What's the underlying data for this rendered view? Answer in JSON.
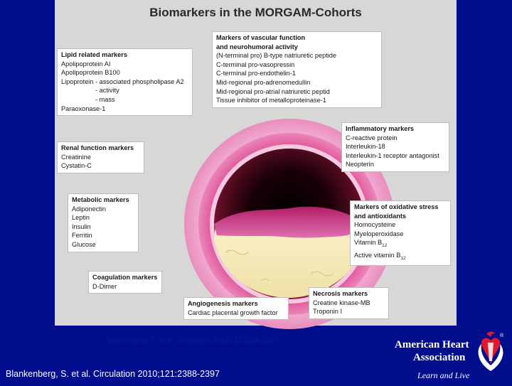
{
  "title": "Biomarkers in the MORGAM-Cohorts",
  "boxes": {
    "vascular": {
      "heading1": "Markers of vascular function",
      "heading2": "and neurohumoral activity",
      "items": [
        "(N-terminal pro) B-type natriuretic peptide",
        "C-terminal pro-vasopressin",
        "C-terminal pro-endothelin-1",
        "Mid-regional pro-adrenomedullin",
        "Mid-regional pro-atrial natriuretic peptid",
        "Tissue inhibitor of metalloproteinase-1"
      ]
    },
    "lipid": {
      "heading": "Lipid related markers",
      "items": [
        "Apolipoprotein AI",
        "Apolipoprotein B100",
        "Lipoprotein - associated phospholipase A2"
      ],
      "sub_items": [
        "- activity",
        "- mass"
      ],
      "last_item": "Paraoxonase-1"
    },
    "inflammatory": {
      "heading": "Inflammatory markers",
      "items": [
        "C-reactive protein",
        "Interleukin-18",
        "Interleukin-1 receptor antagonist",
        "Neopterin"
      ]
    },
    "renal": {
      "heading": "Renal function markers",
      "items": [
        "Creatinine",
        "Cystatin-C"
      ]
    },
    "metabolic": {
      "heading": "Metabolic markers",
      "items": [
        "Adiponectin",
        "Leptin",
        "Insulin",
        "Ferritin",
        "Glucose"
      ]
    },
    "oxidative": {
      "heading1": "Markers of oxidative stress",
      "heading2": "and antioxidants",
      "items": [
        "Homocysteine",
        "Myeloperoxidase"
      ],
      "vitamin_b12": "Vitamin B",
      "active_vitamin_b12": "Active vitamin B",
      "subscript": "12"
    },
    "coagulation": {
      "heading": "Coagulation markers",
      "items": [
        "D-Dimer"
      ]
    },
    "angiogenesis": {
      "heading": "Angiogenesis markers",
      "items": [
        "Cardiac placental growth factor"
      ]
    },
    "necrosis": {
      "heading": "Necrosis markers",
      "items": [
        "Creatine kinase-MB",
        "Troponin I"
      ]
    }
  },
  "citation": "Blankenberg, S. et al. Circulation 2010;121:2388-2397",
  "logo": {
    "line1": "American Heart",
    "line2": "Association",
    "tagline": "Learn and Live",
    "registered": "®"
  },
  "colors": {
    "background": "#000d8c",
    "panel": "#d9d6d6",
    "vessel_pink": "#e0559a",
    "plaque": "#f3eab8",
    "logo_red": "#e3192b"
  }
}
